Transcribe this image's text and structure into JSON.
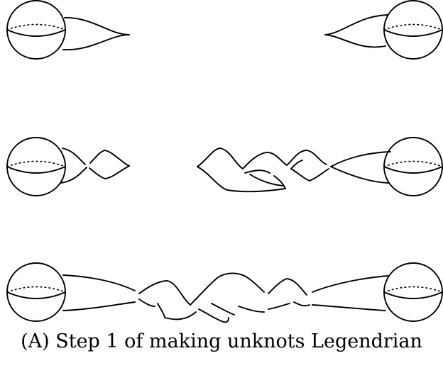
{
  "figure": {
    "rows": [
      {
        "id": "row-1"
      },
      {
        "id": "row-2"
      },
      {
        "id": "row-3"
      }
    ]
  },
  "caption": {
    "label": "(A)",
    "text": "Step 1 of making unknots Legendrian"
  }
}
